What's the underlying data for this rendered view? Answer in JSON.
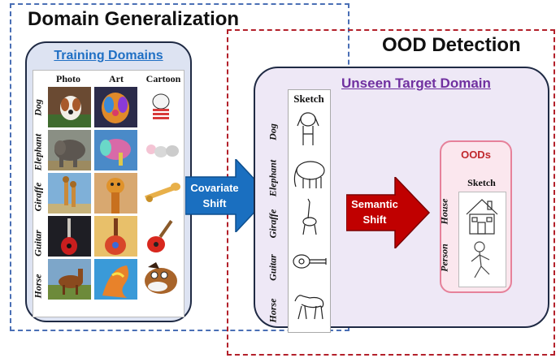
{
  "domain_generalization": {
    "title": "Domain Generalization"
  },
  "ood_detection": {
    "title": "OOD Detection"
  },
  "training_domains": {
    "title": "Training Domains",
    "columns": [
      "Photo",
      "Art",
      "Cartoon"
    ],
    "rows": [
      "Dog",
      "Elephant",
      "Giraffe",
      "Guitar",
      "Horse"
    ]
  },
  "covariate_shift": {
    "line1": "Covariate",
    "line2": "Shift"
  },
  "unseen_target": {
    "title": "Unseen Target Domain",
    "column": "Sketch",
    "rows": [
      "Dog",
      "Elephant",
      "Giraffe",
      "Guitar",
      "Horse"
    ]
  },
  "semantic_shift": {
    "line1": "Semantic",
    "line2": "Shift"
  },
  "oods": {
    "title": "OODs",
    "column": "Sketch",
    "rows": [
      "House",
      "Person"
    ]
  },
  "colors": {
    "dg_border": "#4a6fb5",
    "ood_border": "#b3202a",
    "covariate_arrow": "#1a6fc0",
    "semantic_arrow": "#c00000",
    "unseen_title": "#7030a0",
    "training_title": "#1f6fc4"
  }
}
